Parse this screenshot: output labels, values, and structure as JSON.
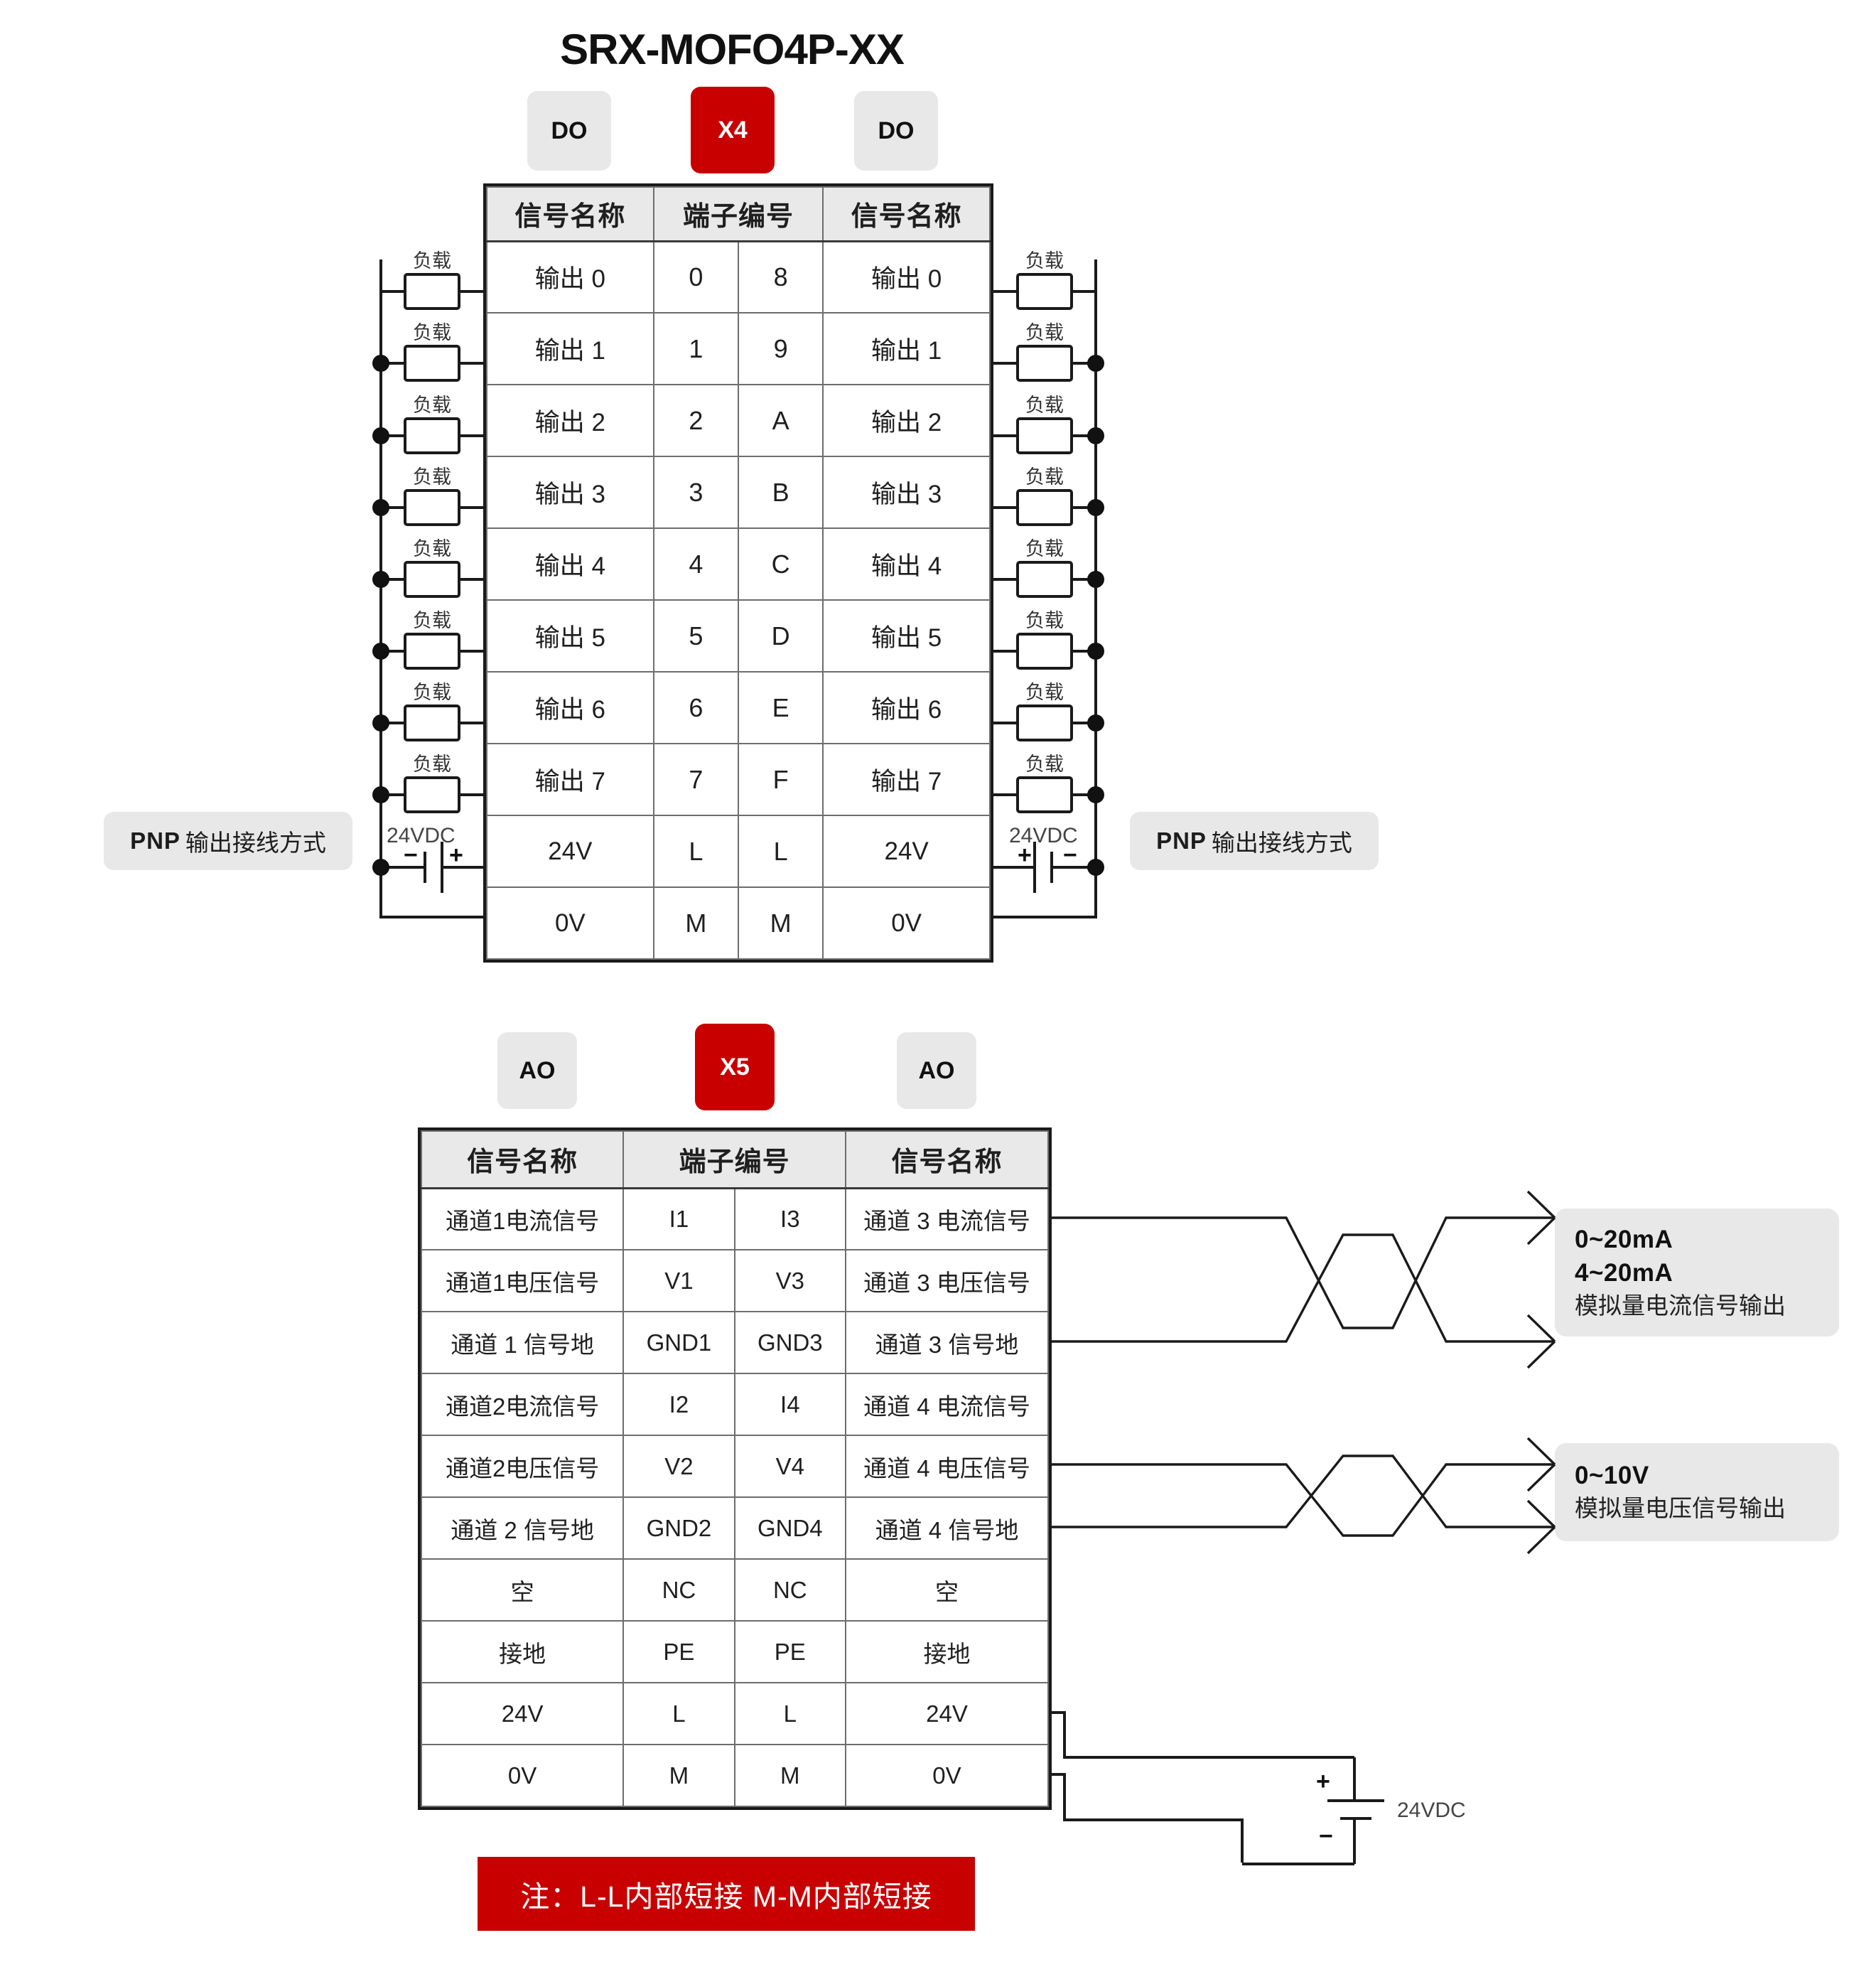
{
  "title": "SRX-MOFO4P-XX",
  "section_do": {
    "badges": {
      "left": "DO",
      "center": "X4",
      "right": "DO"
    },
    "headers": [
      "信号名称",
      "端子编号",
      "信号名称"
    ],
    "rows": [
      {
        "left_name": "输出 0",
        "left_term": "0",
        "right_term": "8",
        "right_name": "输出 0"
      },
      {
        "left_name": "输出 1",
        "left_term": "1",
        "right_term": "9",
        "right_name": "输出 1"
      },
      {
        "left_name": "输出 2",
        "left_term": "2",
        "right_term": "A",
        "right_name": "输出 2"
      },
      {
        "left_name": "输出 3",
        "left_term": "3",
        "right_term": "B",
        "right_name": "输出 3"
      },
      {
        "left_name": "输出 4",
        "left_term": "4",
        "right_term": "C",
        "right_name": "输出 4"
      },
      {
        "left_name": "输出 5",
        "left_term": "5",
        "right_term": "D",
        "right_name": "输出 5"
      },
      {
        "left_name": "输出 6",
        "left_term": "6",
        "right_term": "E",
        "right_name": "输出 6"
      },
      {
        "left_name": "输出 7",
        "left_term": "7",
        "right_term": "F",
        "right_name": "输出 7"
      },
      {
        "left_name": "24V",
        "left_term": "L",
        "right_term": "L",
        "right_name": "24V"
      },
      {
        "left_name": "0V",
        "left_term": "M",
        "right_term": "M",
        "right_name": "0V"
      }
    ],
    "load_label": "负载",
    "supply_label": "24VDC",
    "polarity_plus": "+",
    "polarity_minus": "−",
    "pnp_left": {
      "bold": "PNP",
      "rest": "输出接线方式"
    },
    "pnp_right": {
      "bold": "PNP",
      "rest": "输出接线方式"
    }
  },
  "section_ao": {
    "badges": {
      "left": "AO",
      "center": "X5",
      "right": "AO"
    },
    "headers": [
      "信号名称",
      "端子编号",
      "信号名称"
    ],
    "rows": [
      {
        "left_name": "通道1电流信号",
        "left_term": "I1",
        "right_term": "I3",
        "right_name": "通道 3 电流信号"
      },
      {
        "left_name": "通道1电压信号",
        "left_term": "V1",
        "right_term": "V3",
        "right_name": "通道 3 电压信号"
      },
      {
        "left_name": "通道 1 信号地",
        "left_term": "GND1",
        "right_term": "GND3",
        "right_name": "通道 3 信号地"
      },
      {
        "left_name": "通道2电流信号",
        "left_term": "I2",
        "right_term": "I4",
        "right_name": "通道 4 电流信号"
      },
      {
        "left_name": "通道2电压信号",
        "left_term": "V2",
        "right_term": "V4",
        "right_name": "通道 4 电压信号"
      },
      {
        "left_name": "通道 2 信号地",
        "left_term": "GND2",
        "right_term": "GND4",
        "right_name": "通道 4 信号地"
      },
      {
        "left_name": "空",
        "left_term": "NC",
        "right_term": "NC",
        "right_name": "空"
      },
      {
        "left_name": "接地",
        "left_term": "PE",
        "right_term": "PE",
        "right_name": "接地"
      },
      {
        "left_name": "24V",
        "left_term": "L",
        "right_term": "L",
        "right_name": "24V"
      },
      {
        "left_name": "0V",
        "left_term": "M",
        "right_term": "M",
        "right_name": "0V"
      }
    ],
    "current_note": {
      "line1": "0~20mA",
      "line2": "4~20mA",
      "line3": "模拟量电流信号输出"
    },
    "voltage_note": {
      "line1": "0~10V",
      "line2": "模拟量电压信号输出"
    },
    "supply_label": "24VDC",
    "polarity_plus": "+",
    "polarity_minus": "−"
  },
  "footer_note": "注：L-L内部短接  M-M内部短接",
  "colors": {
    "accent_red": "#c80000",
    "badge_grey": "#e8e8e8",
    "line": "#1a1a1a"
  }
}
